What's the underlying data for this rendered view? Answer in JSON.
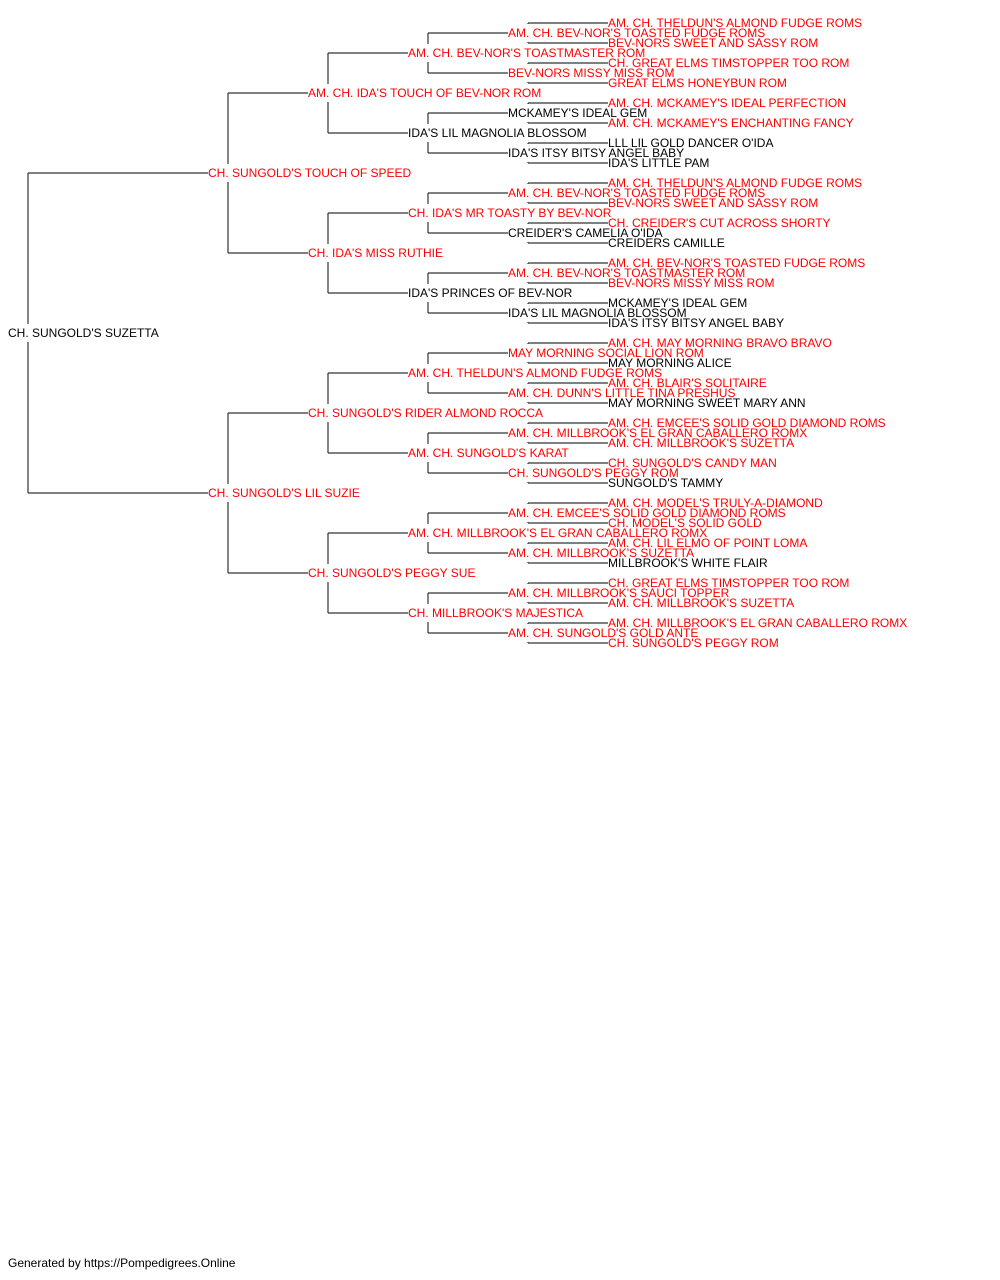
{
  "colors": {
    "champion": "#ff0000",
    "normal": "#000000",
    "lines": "#333333"
  },
  "pedigree": {
    "name": "CH. SUNGOLD'S SUZETTA",
    "champion": false,
    "sire": {
      "name": "CH. SUNGOLD'S TOUCH OF SPEED",
      "champion": true,
      "sire": {
        "name": "AM. CH. IDA'S TOUCH OF BEV-NOR ROM",
        "champion": true,
        "sire": {
          "name": "AM. CH. BEV-NOR'S TOASTMASTER ROM",
          "champion": true,
          "sire": {
            "name": "AM. CH. BEV-NOR'S TOASTED FUDGE ROMS",
            "champion": true,
            "sire": {
              "name": "AM. CH. THELDUN'S ALMOND FUDGE ROMS",
              "champion": true
            },
            "dam": {
              "name": "BEV-NORS SWEET AND SASSY ROM",
              "champion": true
            }
          },
          "dam": {
            "name": "BEV-NORS MISSY MISS ROM",
            "champion": true,
            "sire": {
              "name": "CH. GREAT ELMS TIMSTOPPER TOO ROM",
              "champion": true
            },
            "dam": {
              "name": "GREAT ELMS HONEYBUN ROM",
              "champion": true
            }
          }
        },
        "dam": {
          "name": "IDA'S LIL MAGNOLIA BLOSSOM",
          "champion": false,
          "sire": {
            "name": "MCKAMEY'S IDEAL GEM",
            "champion": false,
            "sire": {
              "name": "AM. CH. MCKAMEY'S IDEAL PERFECTION",
              "champion": true
            },
            "dam": {
              "name": "AM. CH. MCKAMEY'S ENCHANTING FANCY",
              "champion": true
            }
          },
          "dam": {
            "name": "IDA'S ITSY BITSY ANGEL BABY",
            "champion": false,
            "sire": {
              "name": "LLL LIL GOLD DANCER O'IDA",
              "champion": false
            },
            "dam": {
              "name": "IDA'S LITTLE PAM",
              "champion": false
            }
          }
        }
      },
      "dam": {
        "name": "CH. IDA'S MISS RUTHIE",
        "champion": true,
        "sire": {
          "name": "CH. IDA'S MR TOASTY BY BEV-NOR",
          "champion": true,
          "sire": {
            "name": "AM. CH. BEV-NOR'S TOASTED FUDGE ROMS",
            "champion": true,
            "sire": {
              "name": "AM. CH. THELDUN'S ALMOND FUDGE ROMS",
              "champion": true
            },
            "dam": {
              "name": "BEV-NORS SWEET AND SASSY ROM",
              "champion": true
            }
          },
          "dam": {
            "name": "CREIDER'S CAMELIA O'IDA",
            "champion": false,
            "sire": {
              "name": "CH. CREIDER'S CUT ACROSS SHORTY",
              "champion": true
            },
            "dam": {
              "name": "CREIDERS CAMILLE",
              "champion": false
            }
          }
        },
        "dam": {
          "name": "IDA'S PRINCES OF BEV-NOR",
          "champion": false,
          "sire": {
            "name": "AM. CH. BEV-NOR'S TOASTMASTER ROM",
            "champion": true,
            "sire": {
              "name": "AM. CH. BEV-NOR'S TOASTED FUDGE ROMS",
              "champion": true
            },
            "dam": {
              "name": "BEV-NORS MISSY MISS ROM",
              "champion": true
            }
          },
          "dam": {
            "name": "IDA'S LIL MAGNOLIA BLOSSOM",
            "champion": false,
            "sire": {
              "name": "MCKAMEY'S IDEAL GEM",
              "champion": false
            },
            "dam": {
              "name": "IDA'S ITSY BITSY ANGEL BABY",
              "champion": false
            }
          }
        }
      }
    },
    "dam": {
      "name": "CH. SUNGOLD'S LIL SUZIE",
      "champion": true,
      "sire": {
        "name": "CH. SUNGOLD'S RIDER ALMOND ROCCA",
        "champion": true,
        "sire": {
          "name": "AM. CH. THELDUN'S ALMOND FUDGE ROMS",
          "champion": true,
          "sire": {
            "name": "MAY MORNING SOCIAL LION ROM",
            "champion": true,
            "sire": {
              "name": "AM. CH. MAY MORNING BRAVO BRAVO",
              "champion": true
            },
            "dam": {
              "name": "MAY MORNING ALICE",
              "champion": false
            }
          },
          "dam": {
            "name": "AM. CH. DUNN'S LITTLE TINA PRESHUS",
            "champion": true,
            "sire": {
              "name": "AM. CH. BLAIR'S SOLITAIRE",
              "champion": true
            },
            "dam": {
              "name": "MAY MORNING SWEET MARY ANN",
              "champion": false
            }
          }
        },
        "dam": {
          "name": "AM. CH. SUNGOLD'S KARAT",
          "champion": true,
          "sire": {
            "name": "AM. CH. MILLBROOK'S EL GRAN CABALLERO ROMX",
            "champion": true,
            "sire": {
              "name": "AM. CH. EMCEE'S SOLID GOLD DIAMOND ROMS",
              "champion": true
            },
            "dam": {
              "name": "AM. CH. MILLBROOK'S SUZETTA",
              "champion": true
            }
          },
          "dam": {
            "name": "CH. SUNGOLD'S PEGGY ROM",
            "champion": true,
            "sire": {
              "name": "CH. SUNGOLD'S CANDY MAN",
              "champion": true
            },
            "dam": {
              "name": "SUNGOLD'S TAMMY",
              "champion": false
            }
          }
        }
      },
      "dam": {
        "name": "CH. SUNGOLD'S PEGGY SUE",
        "champion": true,
        "sire": {
          "name": "AM. CH. MILLBROOK'S EL GRAN CABALLERO ROMX",
          "champion": true,
          "sire": {
            "name": "AM. CH. EMCEE'S SOLID GOLD DIAMOND ROMS",
            "champion": true,
            "sire": {
              "name": "AM. CH. MODEL'S TRULY-A-DIAMOND",
              "champion": true
            },
            "dam": {
              "name": "CH. MODEL'S SOLID GOLD",
              "champion": true
            }
          },
          "dam": {
            "name": "AM. CH. MILLBROOK'S SUZETTA",
            "champion": true,
            "sire": {
              "name": "AM. CH. LIL ELMO OF POINT LOMA",
              "champion": true
            },
            "dam": {
              "name": "MILLBROOK'S WHITE FLAIR",
              "champion": false
            }
          }
        },
        "dam": {
          "name": "CH. MILLBROOK'S MAJESTICA",
          "champion": true,
          "sire": {
            "name": "AM. CH. MILLBROOK'S SAUCI TOPPER",
            "champion": true,
            "sire": {
              "name": "CH. GREAT ELMS TIMSTOPPER TOO ROM",
              "champion": true
            },
            "dam": {
              "name": "AM. CH. MILLBROOK'S SUZETTA",
              "champion": true
            }
          },
          "dam": {
            "name": "AM. CH. SUNGOLD'S GOLD ANTE",
            "champion": true,
            "sire": {
              "name": "AM. CH. MILLBROOK'S EL GRAN CABALLERO ROMX",
              "champion": true
            },
            "dam": {
              "name": "CH. SUNGOLD'S PEGGY ROM",
              "champion": true
            }
          }
        }
      }
    }
  },
  "footer": "Generated by https://Pompedigrees.Online"
}
